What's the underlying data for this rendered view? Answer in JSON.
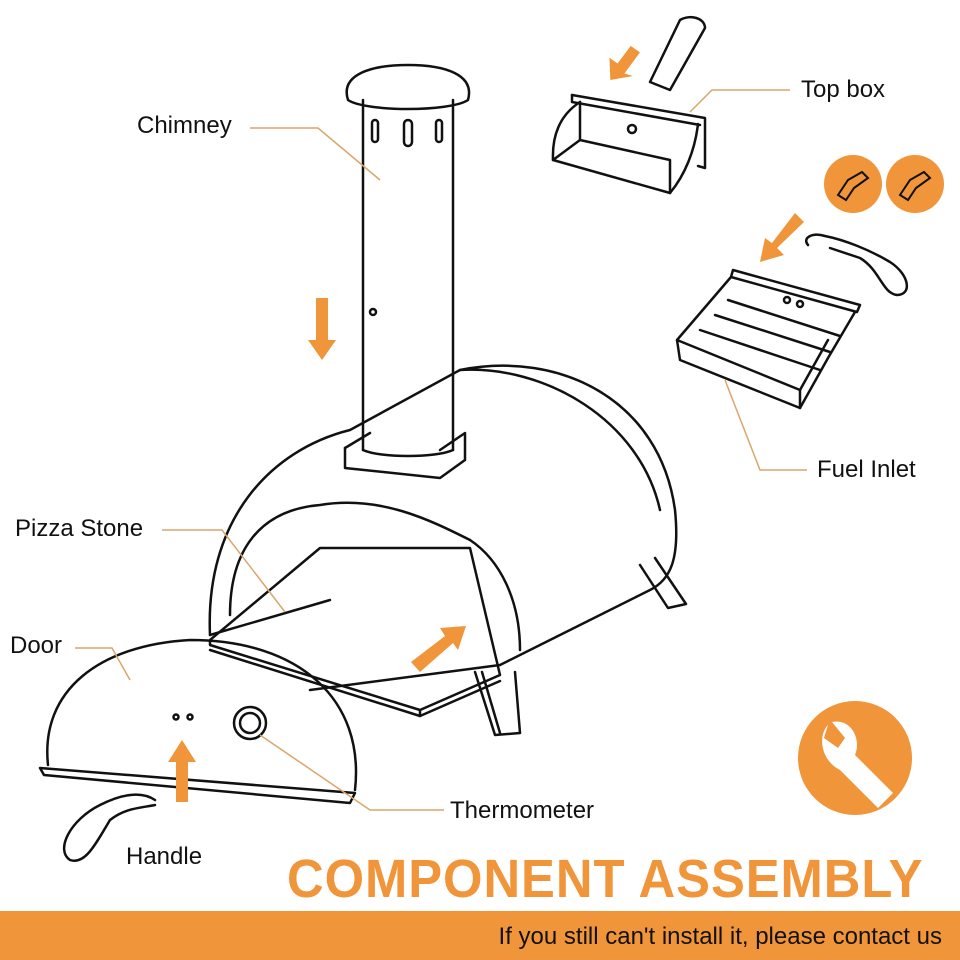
{
  "labels": {
    "chimney": "Chimney",
    "top_box": "Top box",
    "fuel_inlet": "Fuel Inlet",
    "pizza_stone": "Pizza Stone",
    "door": "Door",
    "thermometer": "Thermometer",
    "handle": "Handle"
  },
  "title": "COMPONENT ASSEMBLY",
  "footer": "If you still can't install it, please contact us",
  "colors": {
    "accent": "#F0953A",
    "leader": "#D9A66B",
    "line": "#111111"
  },
  "icons": [
    "wrench-icon",
    "bracket-icon",
    "arrow-icon"
  ]
}
